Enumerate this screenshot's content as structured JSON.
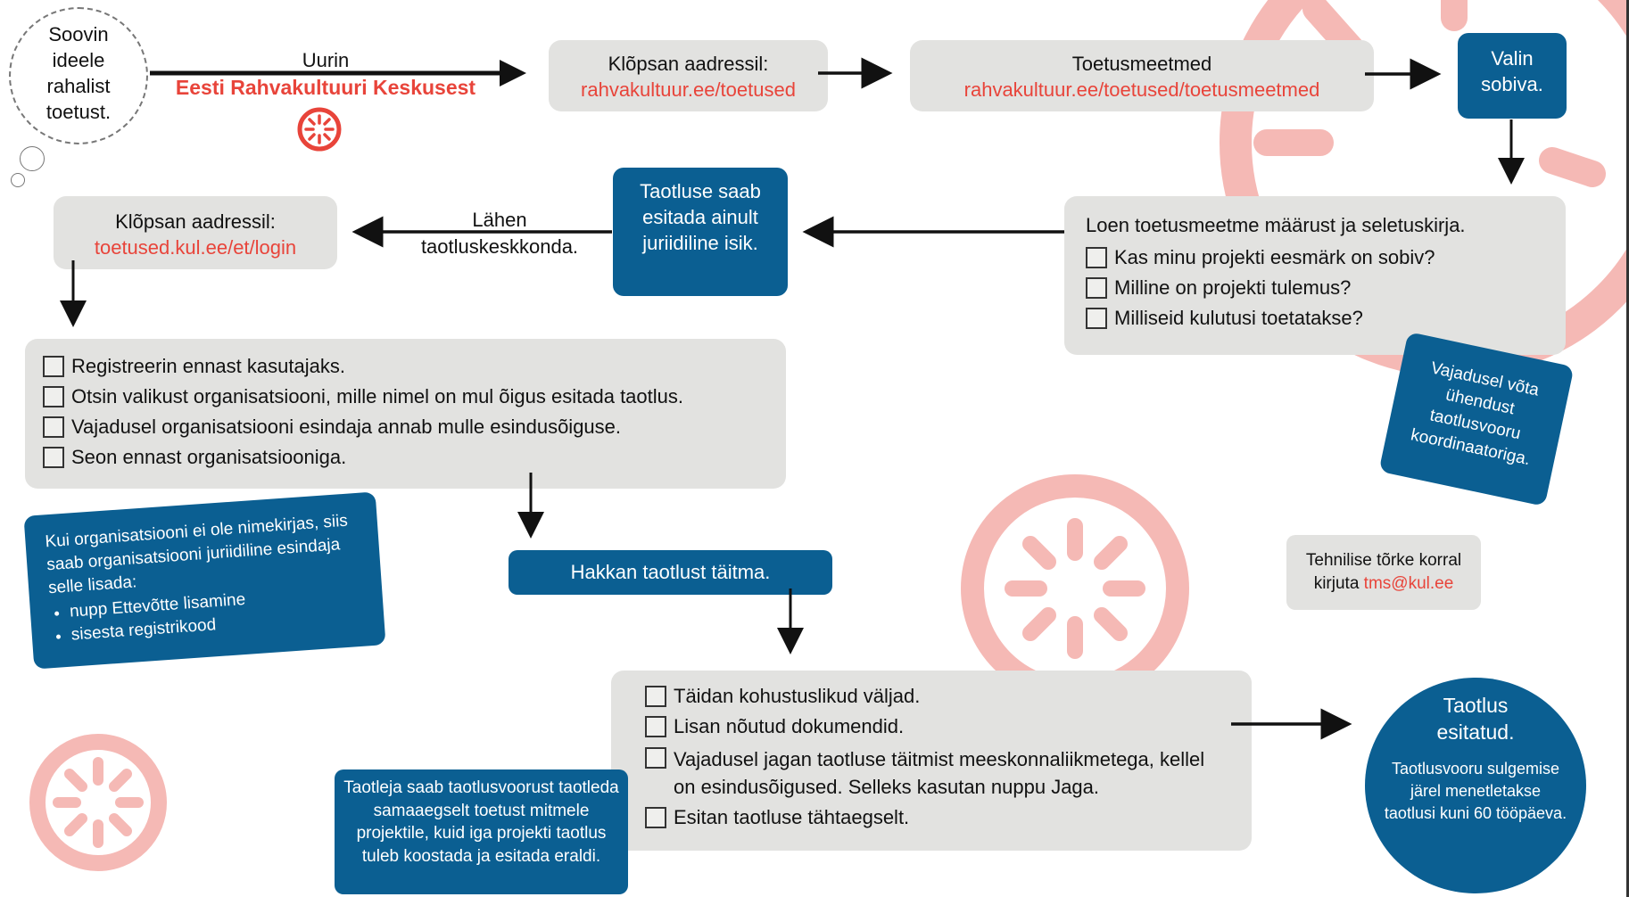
{
  "thought": {
    "text_lines": [
      "Soovin",
      "ideele",
      "rahalist",
      "toetust."
    ]
  },
  "research": {
    "verb": "Uurin",
    "source": "Eesti Rahvakultuuri Keskusest"
  },
  "step_click1": {
    "label": "Klõpsan aadressil:",
    "url": "rahvakultuur.ee/toetused"
  },
  "step_measures": {
    "label": "Toetusmeetmed",
    "url": "rahvakultuur.ee/toetused/toetusmeetmed"
  },
  "step_choose": {
    "text": "Valin sobiva."
  },
  "step_read": {
    "title": "Loen toetusmeetme määrust ja seletuskirja.",
    "checks": [
      "Kas minu projekti eesmärk on sobiv?",
      "Milline on projekti tulemus?",
      "Milliseid kulutusi toetatakse?"
    ]
  },
  "note_coordinator": {
    "text": "Vajadusel võta ühendust taotlusvooru koordinaatoriga."
  },
  "note_legal": {
    "text": "Taotluse saab esitada ainult juriidiline isik."
  },
  "go_env": {
    "line1": "Lähen",
    "line2": "taotluskeskkonda."
  },
  "step_click2": {
    "label": "Klõpsan aadressil:",
    "url": "toetused.kul.ee/et/login"
  },
  "step_register": {
    "checks": [
      "Registreerin ennast kasutajaks.",
      "Otsin valikust organisatsiooni, mille nimel on mul õigus esitada taotlus.",
      "Vajadusel organisatsiooni esindaja annab mulle esindusõiguse.",
      "Seon ennast organisatsiooniga."
    ]
  },
  "note_org": {
    "text": "Kui organisatsiooni ei ole nimekirjas, siis saab organisatsiooni juriidiline esindaja selle lisada:",
    "bullets": [
      "nupp Ettevõtte lisamine",
      "sisesta registrikood"
    ]
  },
  "step_start": {
    "text": "Hakkan taotlust täitma."
  },
  "tech_note": {
    "line1": "Tehnilise tõrke korral",
    "prefix": "kirjuta",
    "email": "tms@kul.ee"
  },
  "step_fill": {
    "checks": [
      "Täidan kohustuslikud väljad.",
      "Lisan nõutud dokumendid.",
      "Vajadusel jagan taotluse täitmist meeskonnaliikmetega, kellel on esindusõigused. Selleks kasutan nuppu Jaga.",
      "Esitan taotluse tähtaegselt."
    ]
  },
  "note_multi": {
    "text": "Taotleja saab taotlusvoorust taotleda samaaegselt toetust mitmele projektile, kuid iga projekti taotlus tuleb koostada ja esitada eraldi."
  },
  "final": {
    "title": "Taotlus esitatud.",
    "text": "Taotlusvooru sulgemise järel menetletakse taotlusi kuni 60 tööpäeva."
  },
  "colors": {
    "accent_red": "#e8443a",
    "blue": "#0b5f92",
    "grey_box": "#e2e2e0",
    "decor_pink": "#f4b8b4"
  }
}
